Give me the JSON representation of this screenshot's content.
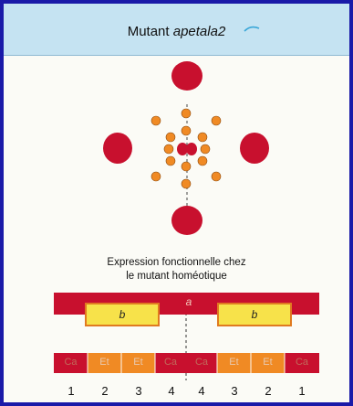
{
  "title": {
    "prefix": "Mutant ",
    "italic": "apetala2"
  },
  "caption": {
    "line1": "Expression fonctionnelle chez",
    "line2": "le mutant homéotique"
  },
  "bars": {
    "top_center_label": "a",
    "b_left_label": "b",
    "b_right_label": "b"
  },
  "segments": [
    {
      "label": "Ca",
      "kind": "red"
    },
    {
      "label": "Et",
      "kind": "orange"
    },
    {
      "label": "Et",
      "kind": "orange"
    },
    {
      "label": "Ca",
      "kind": "red"
    },
    {
      "label": "Ca",
      "kind": "red"
    },
    {
      "label": "Et",
      "kind": "orange"
    },
    {
      "label": "Et",
      "kind": "orange"
    },
    {
      "label": "Ca",
      "kind": "red"
    }
  ],
  "whorl_numbers": [
    "1",
    "2",
    "3",
    "4",
    "4",
    "3",
    "2",
    "1"
  ],
  "colors": {
    "border": "#1a1aa8",
    "header": "#c5e3f2",
    "red": "#c8102e",
    "orange": "#f08a24",
    "yellow": "#f7e24a",
    "light_orange": "#f3a35b"
  }
}
